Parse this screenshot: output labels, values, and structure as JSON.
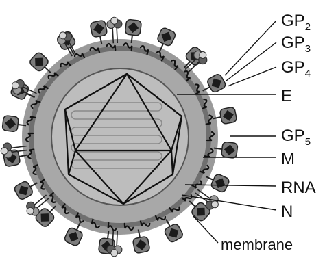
{
  "labels": {
    "gp2": {
      "base": "GP",
      "sub": "2"
    },
    "gp3": {
      "base": "GP",
      "sub": "3"
    },
    "gp4": {
      "base": "GP",
      "sub": "4"
    },
    "e": "E",
    "gp5": {
      "base": "GP",
      "sub": "5"
    },
    "m": "M",
    "rna": "RNA",
    "n": "N",
    "membrane": "membrane"
  },
  "colors": {
    "background": "#ffffff",
    "envelope": "#8a8a8a",
    "envelope_inner": "#b8b8b8",
    "capsid_fill": "#c9c9c9",
    "line": "#111111",
    "spike_box": "#7a7a7a",
    "spike_diamond": "#1a1a1a"
  }
}
